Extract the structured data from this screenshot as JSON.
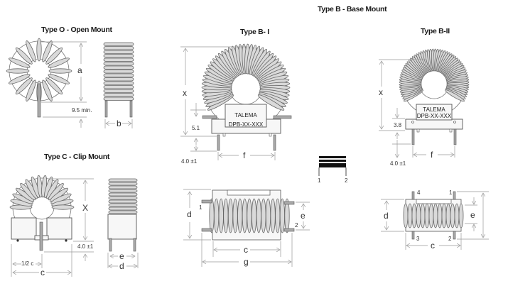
{
  "titles": {
    "type_o": "Type O - Open Mount",
    "type_c": "Type C - Clip Mount",
    "type_b": "Type B - Base Mount",
    "type_b1": "Type B- I",
    "type_b2": "Type B-II"
  },
  "type_o": {
    "dim_a": "a",
    "dim_lead": "9.5 min.",
    "dim_b": "b"
  },
  "type_c": {
    "dim_x": "X",
    "dim_lead": "4.0 ±1",
    "dim_half_c": "1/2 c",
    "dim_c": "c",
    "dim_e": "e",
    "dim_d": "d"
  },
  "type_b1": {
    "dim_x": "x",
    "dim_base": "5.1",
    "dim_lead": "4.0 ±1",
    "dim_f": "f",
    "label_brand": "TALEMA",
    "label_part": "DPB-XX-XXX",
    "bottom": {
      "dim_d": "d",
      "dim_e": "e",
      "dim_c": "c",
      "dim_g": "g",
      "pin1": "1",
      "pin2": "2"
    }
  },
  "schematic": {
    "pin1": "1",
    "pin2": "2"
  },
  "type_b2": {
    "dim_x": "x",
    "dim_base": "3.8",
    "dim_lead": "4.0 ±1",
    "dim_f": "f",
    "label_brand": "TALEMA",
    "label_part": "DPB-XX-XXX",
    "bottom": {
      "dim_d": "d",
      "dim_e": "e",
      "dim_c": "c",
      "pin1": "1",
      "pin2": "2",
      "pin3": "3",
      "pin4": "4"
    }
  }
}
